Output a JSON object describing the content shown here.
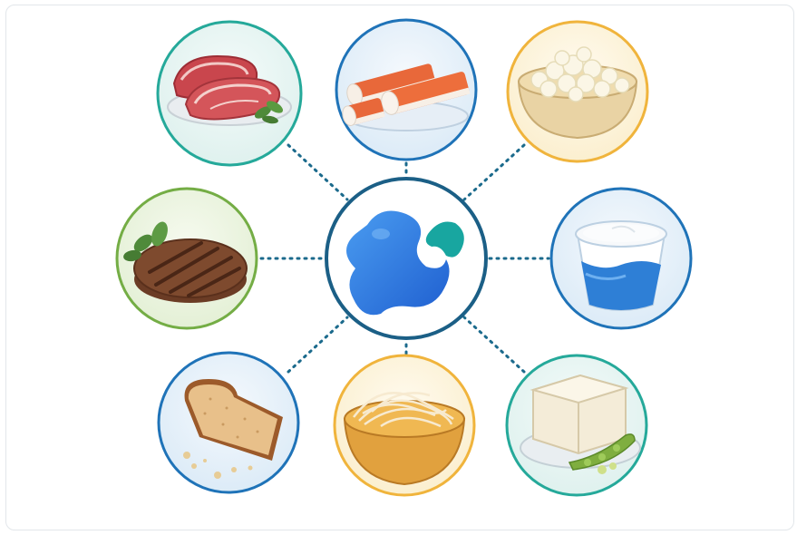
{
  "diagram": {
    "center": {
      "icon": "blue-protein-molecule-icon"
    },
    "nodes": [
      {
        "id": "steak",
        "icon": "raw-steak-icon",
        "ring_color": "#25a99a"
      },
      {
        "id": "crab-sticks",
        "icon": "crab-stick-icon",
        "ring_color": "#1f73b8"
      },
      {
        "id": "cottage-cheese",
        "icon": "cottage-cheese-bowl-icon",
        "ring_color": "#f0b43c"
      },
      {
        "id": "burger-patty",
        "icon": "burger-patty-icon",
        "ring_color": "#74ad45"
      },
      {
        "id": "yogurt",
        "icon": "yogurt-cup-icon",
        "ring_color": "#1f73b8"
      },
      {
        "id": "bread",
        "icon": "bread-slice-icon",
        "ring_color": "#1f73b8"
      },
      {
        "id": "noodles",
        "icon": "noodle-bowl-icon",
        "ring_color": "#f0b43c"
      },
      {
        "id": "tofu",
        "icon": "tofu-edamame-icon",
        "ring_color": "#25a99a"
      }
    ],
    "center_ring_color": "#1b5f86",
    "connector_color": "#1b6a8c"
  }
}
